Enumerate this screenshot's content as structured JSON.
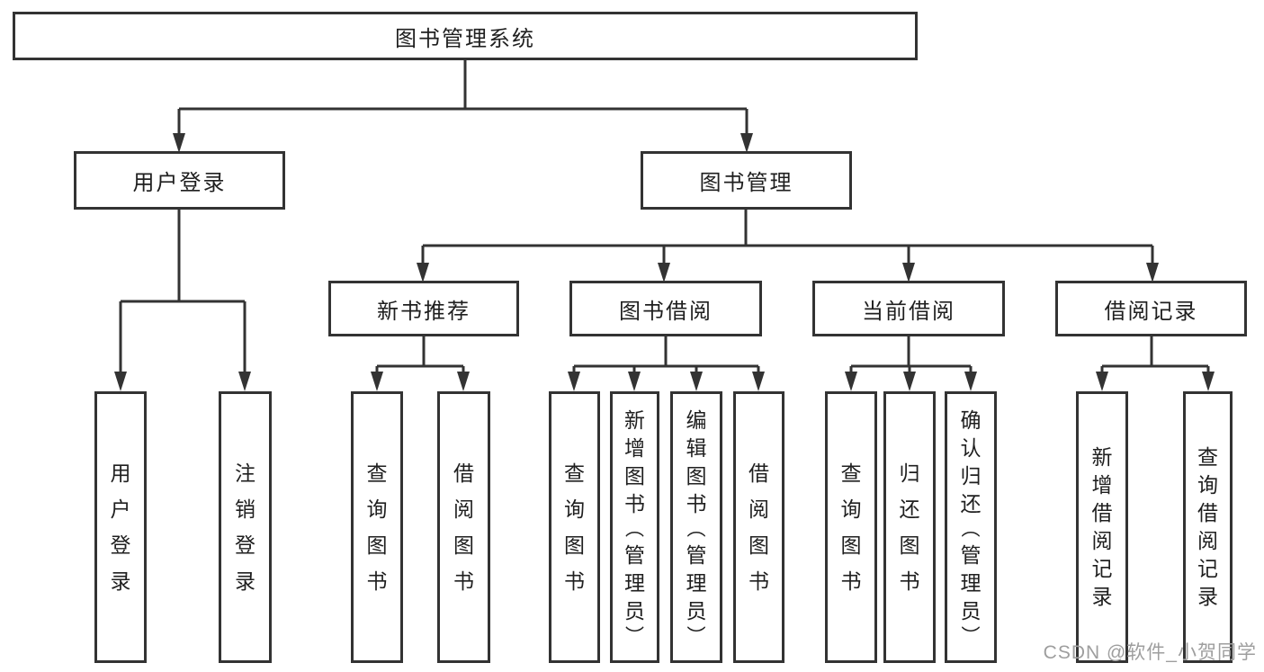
{
  "diagram": {
    "root": {
      "label": "图书管理系统"
    },
    "level1": [
      {
        "label": "用户登录"
      },
      {
        "label": "图书管理"
      }
    ],
    "level2": [
      {
        "label": "新书推荐"
      },
      {
        "label": "图书借阅"
      },
      {
        "label": "当前借阅"
      },
      {
        "label": "借阅记录"
      }
    ],
    "groups": [
      {
        "parent": "用户登录",
        "children": [
          "用户登录",
          "注销登录"
        ]
      },
      {
        "parent": "新书推荐",
        "children": [
          "查询图书",
          "借阅图书"
        ]
      },
      {
        "parent": "图书借阅",
        "children": [
          "查询图书",
          "新增图书（管理员）",
          "编辑图书（管理员）",
          "借阅图书"
        ]
      },
      {
        "parent": "当前借阅",
        "children": [
          "查询图书",
          "归还图书",
          "确认归还（管理员）"
        ]
      },
      {
        "parent": "借阅记录",
        "children": [
          "新增借阅记录",
          "查询借阅记录"
        ]
      }
    ]
  },
  "watermark": {
    "text": "CSDN @软件_小贺同学"
  },
  "colors": {
    "line": "#333333",
    "border": "#333333",
    "text": "#1f1f1f",
    "watermark": "#9e9e9e",
    "background": "#ffffff"
  }
}
